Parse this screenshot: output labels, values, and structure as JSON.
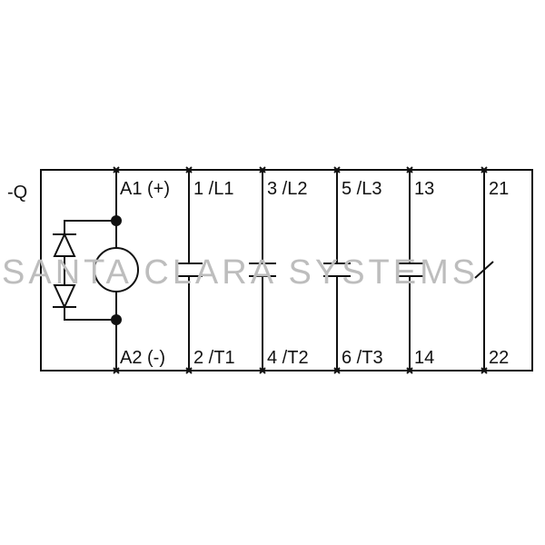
{
  "device_label": "-Q",
  "coil": {
    "top_terminal": "A1 (+)",
    "bottom_terminal": "A2 (-)"
  },
  "contacts": [
    {
      "top": "1 /L1",
      "bottom": "2 /T1",
      "kind": "no"
    },
    {
      "top": "3 /L2",
      "bottom": "4 /T2",
      "kind": "no"
    },
    {
      "top": "5 /L3",
      "bottom": "6 /T3",
      "kind": "no"
    },
    {
      "top": "13",
      "bottom": "14",
      "kind": "no"
    },
    {
      "top": "21",
      "bottom": "22",
      "kind": "nc"
    }
  ],
  "watermark": "SANTA CLARA SYSTEMS",
  "colors": {
    "line": "#111111",
    "watermark": "#bdbdbd",
    "background": "#ffffff"
  }
}
